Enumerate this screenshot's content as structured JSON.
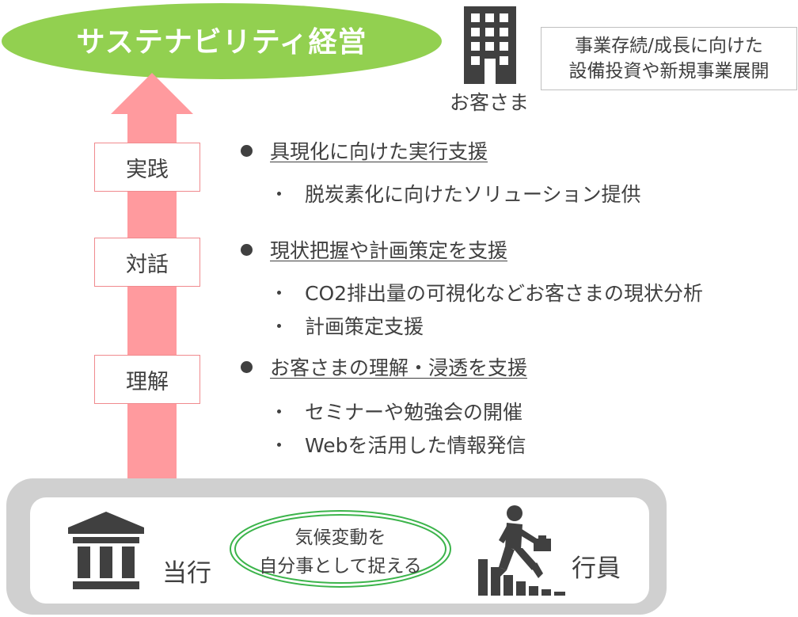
{
  "title": "サステナビリティ経営",
  "customer": {
    "label": "お客さま",
    "goal_lines": [
      "事業存続/成長に向けた",
      "設備投資や新規事業展開"
    ]
  },
  "stages": [
    {
      "label": "実践",
      "heading": "具現化に向けた実行支援",
      "items": [
        "脱炭素化に向けたソリューション提供"
      ]
    },
    {
      "label": "対話",
      "heading": "現状把握や計画策定を支援",
      "items": [
        "CO2排出量の可視化などお客さまの現状分析",
        "計画策定支援"
      ]
    },
    {
      "label": "理解",
      "heading": "お客さまの理解・浸透を支援",
      "items": [
        "セミナーや勉強会の開催",
        "Webを活用した情報発信"
      ]
    }
  ],
  "bottom": {
    "bank_label": "当行",
    "center_lines": [
      "気候変動を",
      "自分事として捉える"
    ],
    "employee_label": "行員"
  },
  "colors": {
    "title_fill": "#92d050",
    "arrow_fill": "#ff9a9e",
    "stage_border": "#f08a8e",
    "center_ring": "#3cb44b",
    "bottom_frame": "#d0d0d0",
    "icon_dark": "#404040"
  },
  "icons": [
    "building-icon",
    "bank-icon",
    "climbing-person-icon"
  ]
}
